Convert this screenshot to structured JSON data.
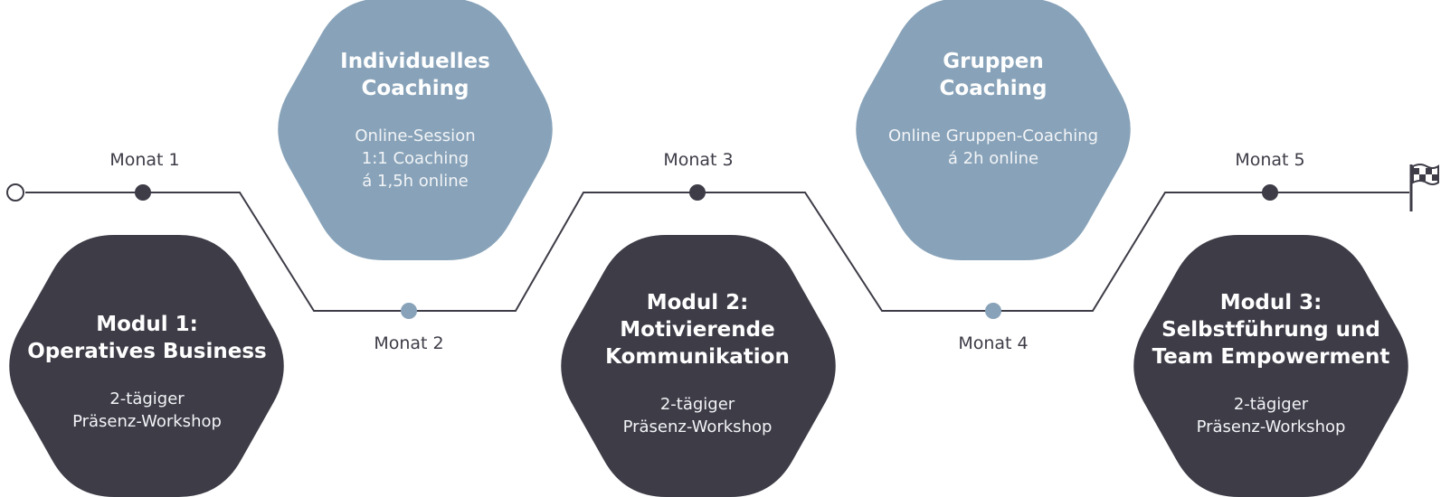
{
  "colors": {
    "dark": "#3d3c47",
    "light": "#88a3b9",
    "line": "#3d3c47"
  },
  "icons": {
    "start": "start-circle-icon",
    "finish": "checkered-flag-icon"
  },
  "months": {
    "m1": "Monat 1",
    "m2": "Monat 2",
    "m3": "Monat 3",
    "m4": "Monat 4",
    "m5": "Monat 5"
  },
  "modules": {
    "modul1": {
      "title": "Modul 1:\nOperatives Business",
      "desc": "2-tägiger\nPräsenz-Workshop"
    },
    "coaching1": {
      "title": "Individuelles\nCoaching",
      "desc": "Online-Session\n1:1 Coaching\ná 1,5h online"
    },
    "modul2": {
      "title": "Modul 2:\nMotivierende\nKommunikation",
      "desc": "2-tägiger\nPräsenz-Workshop"
    },
    "coaching2": {
      "title": "Gruppen\nCoaching",
      "desc": "Online Gruppen-Coaching\ná 2h online"
    },
    "modul3": {
      "title": "Modul 3:\nSelbstführung und\nTeam Empowerment",
      "desc": "2-tägiger\nPräsenz-Workshop"
    }
  }
}
